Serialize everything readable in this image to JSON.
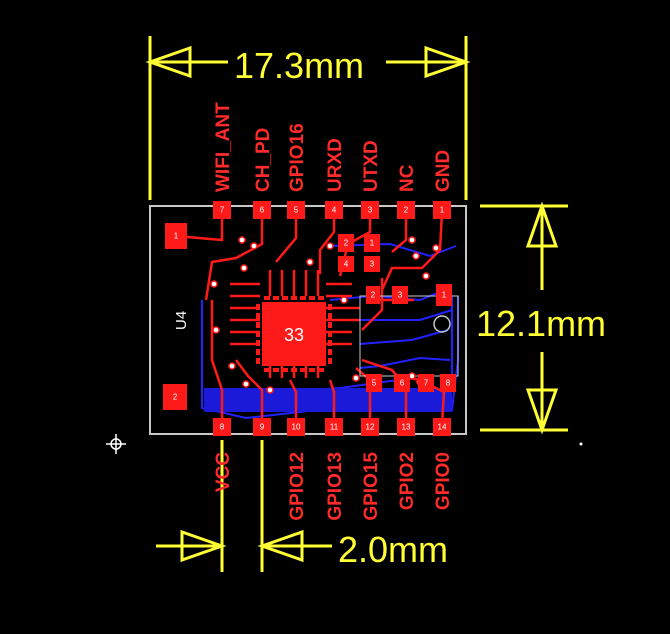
{
  "dimensions": {
    "width_label": "17.3mm",
    "height_label": "12.1mm",
    "pitch_label": "2.0mm"
  },
  "component": {
    "designator": "U4",
    "chip_label": "33"
  },
  "top_pins": [
    {
      "num": "7",
      "label": "WIFI_ANT"
    },
    {
      "num": "6",
      "label": "CH_PD"
    },
    {
      "num": "5",
      "label": "GPIO16"
    },
    {
      "num": "4",
      "label": "URXD"
    },
    {
      "num": "3",
      "label": "UTXD"
    },
    {
      "num": "2",
      "label": "NC"
    },
    {
      "num": "1",
      "label": "GND"
    }
  ],
  "bottom_pins": [
    {
      "num": "8",
      "label": "VCC"
    },
    {
      "num": "9",
      "label": ""
    },
    {
      "num": "10",
      "label": "GPIO12"
    },
    {
      "num": "11",
      "label": "GPIO13"
    },
    {
      "num": "12",
      "label": "GPIO15"
    },
    {
      "num": "13",
      "label": "GPIO2"
    },
    {
      "num": "14",
      "label": "GPIO0"
    }
  ],
  "side_pads": [
    "1",
    "2"
  ],
  "internal_pads": [
    "1",
    "2",
    "3",
    "4",
    "2",
    "3",
    "1",
    "5",
    "6",
    "7",
    "8"
  ],
  "colors": {
    "background": "#000000",
    "dimension": "#ffff33",
    "copper_top": "#ff1a1a",
    "copper_bottom": "#1a1aff",
    "outline": "#c8c8c8"
  }
}
